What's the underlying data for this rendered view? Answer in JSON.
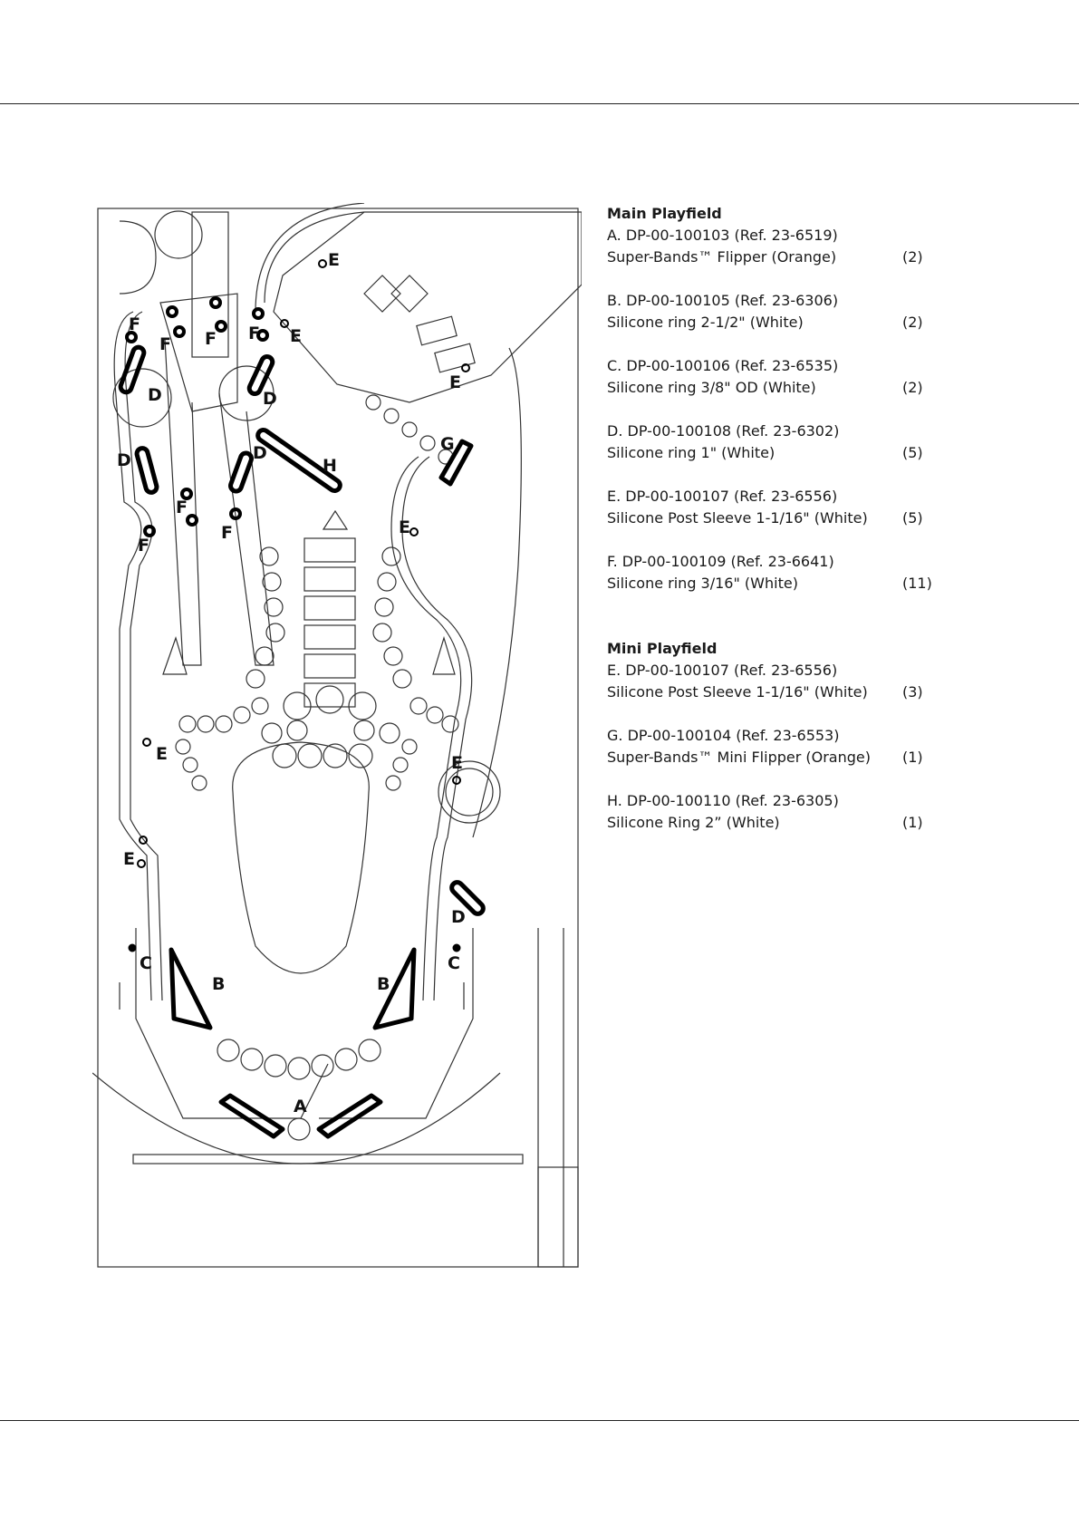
{
  "main_playfield": {
    "title": "Main Playfield",
    "parts": [
      {
        "code": "A. DP-00-100103 (Ref. 23-6519)",
        "name": "Super-Bands™ Flipper (Orange)",
        "qty": "(2)"
      },
      {
        "code": "B. DP-00-100105 (Ref. 23-6306)",
        "name": "Silicone ring 2-1/2\" (White)",
        "qty": "(2)"
      },
      {
        "code": "C. DP-00-100106 (Ref. 23-6535)",
        "name": "Silicone ring 3/8\" OD (White)",
        "qty": "(2)"
      },
      {
        "code": "D. DP-00-100108 (Ref. 23-6302)",
        "name": "Silicone ring 1\" (White)",
        "qty": "(5)"
      },
      {
        "code": "E. DP-00-100107 (Ref.  23-6556)",
        "name": "Silicone Post Sleeve 1-1/16\" (White)",
        "qty": "(5)"
      },
      {
        "code": "F. DP-00-100109 (Ref. 23-6641)",
        "name": "Silicone ring 3/16\" (White)",
        "qty": "(11)"
      }
    ]
  },
  "mini_playfield": {
    "title": "Mini Playfield",
    "parts": [
      {
        "code": "E. DP-00-100107 (Ref.  23-6556)",
        "name": "Silicone Post Sleeve 1-1/16\" (White)",
        "qty": "(3)"
      },
      {
        "code": "G. DP-00-100104 (Ref. 23-6553)",
        "name": "Super-Bands™ Mini Flipper (Orange)",
        "qty": "(1)"
      },
      {
        "code": "H. DP-00-100110 (Ref. 23-6305)",
        "name": "Silicone Ring 2” (White)",
        "qty": "(1)"
      }
    ]
  },
  "diagram_labels": {
    "a": "A",
    "b": "B",
    "c": "C",
    "d": "D",
    "e": "E",
    "f": "F",
    "g": "G",
    "h": "H"
  }
}
